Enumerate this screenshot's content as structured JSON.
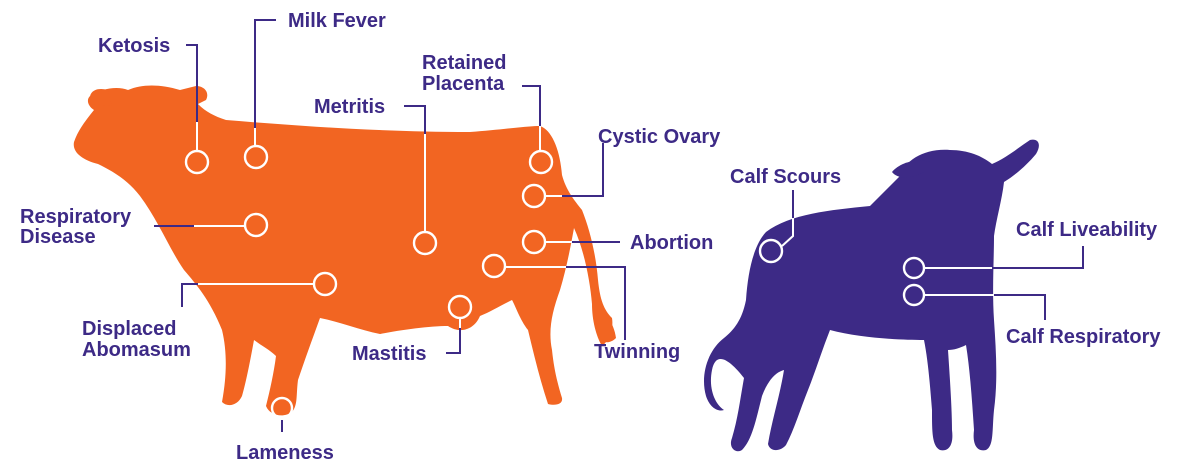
{
  "colors": {
    "cow": "#f26522",
    "calf": "#3d2a86",
    "label": "#3d2a86",
    "marker": "#ffffff"
  },
  "cow_labels": {
    "ketosis": "Ketosis",
    "milk_fever": "Milk Fever",
    "metritis": "Metritis",
    "retained_placenta_1": "Retained",
    "retained_placenta_2": "Placenta",
    "cystic_ovary": "Cystic Ovary",
    "respiratory_disease_1": "Respiratory",
    "respiratory_disease_2": "Disease",
    "abortion": "Abortion",
    "displaced_abomasum_1": "Displaced",
    "displaced_abomasum_2": "Abomasum",
    "mastitis": "Mastitis",
    "twinning": "Twinning",
    "lameness": "Lameness"
  },
  "calf_labels": {
    "calf_scours": "Calf Scours",
    "calf_liveability": "Calf Liveability",
    "calf_respiratory": "Calf Respiratory"
  }
}
